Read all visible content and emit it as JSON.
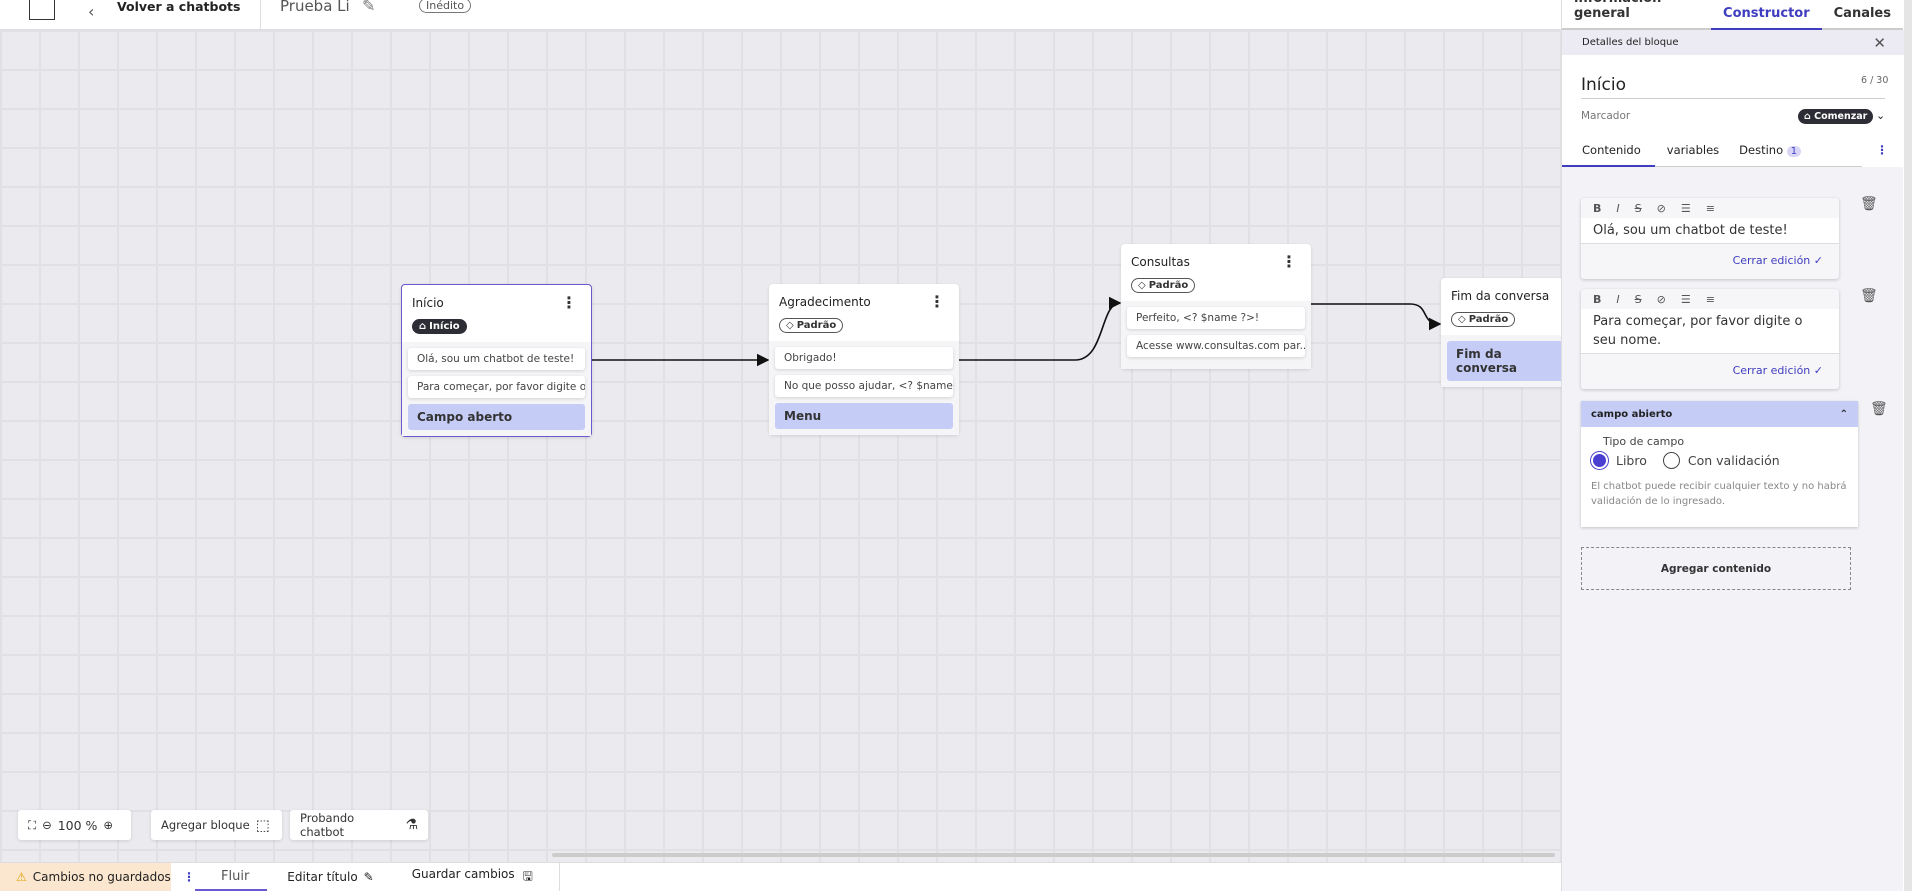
{
  "header": {
    "back_label": "Volver a chatbots",
    "title": "Prueba Li",
    "status": "Inédito"
  },
  "nodes": [
    {
      "title": "Início",
      "tag": "Início",
      "messages": [
        "Olá, sou um chatbot de teste!",
        "Para começar, por favor digite o ..."
      ],
      "final": "Campo aberto"
    },
    {
      "title": "Agradecimento",
      "tag": "Padrão",
      "messages": [
        "Obrigado!",
        "No que posso ajudar, <? $name ..."
      ],
      "final": "Menu"
    },
    {
      "title": "Consultas",
      "tag": "Padrão",
      "messages": [
        "Perfeito, <? $name ?>!",
        "Acesse www.consultas.com par..."
      ]
    },
    {
      "title": "Fim da conversa",
      "tag": "Padrão",
      "final": "Fim da conversa"
    }
  ],
  "toolbar": {
    "zoom": "100 %",
    "add_block": "Agregar bloque",
    "testing": "Probando chatbot"
  },
  "bottom": {
    "unsaved": "Cambios no guardados",
    "flow": "Fluir",
    "edit_title": "Editar título",
    "save": "Guardar cambios"
  },
  "panel": {
    "tabs": [
      "información general",
      "Constructor",
      "Canales"
    ],
    "header": "Detalles del bloque",
    "block_name": "Início",
    "char_count": "6 / 30",
    "marker_label": "Marcador",
    "marker_value": "Comenzar",
    "subtabs": [
      "Contenido",
      "variables",
      "Destino"
    ],
    "destino_count": "1",
    "editor1_text": "Olá, sou um chatbot de teste!",
    "editor2_text": "Para começar, por favor digite o seu nome.",
    "close_edit": "Cerrar edición",
    "field_title": "campo abierto",
    "field_type_label": "Tipo de campo",
    "options": [
      "Libro",
      "Con validación"
    ],
    "selected_option": "Libro",
    "field_help": "El chatbot puede recibir cualquier texto y no habrá validación de lo ingresado.",
    "add_content": "Agregar contenido"
  },
  "colors": {
    "accent": "#3e3dbf",
    "final_bg": "#c5cdf7",
    "unsaved_bg": "#fbe7cf"
  }
}
